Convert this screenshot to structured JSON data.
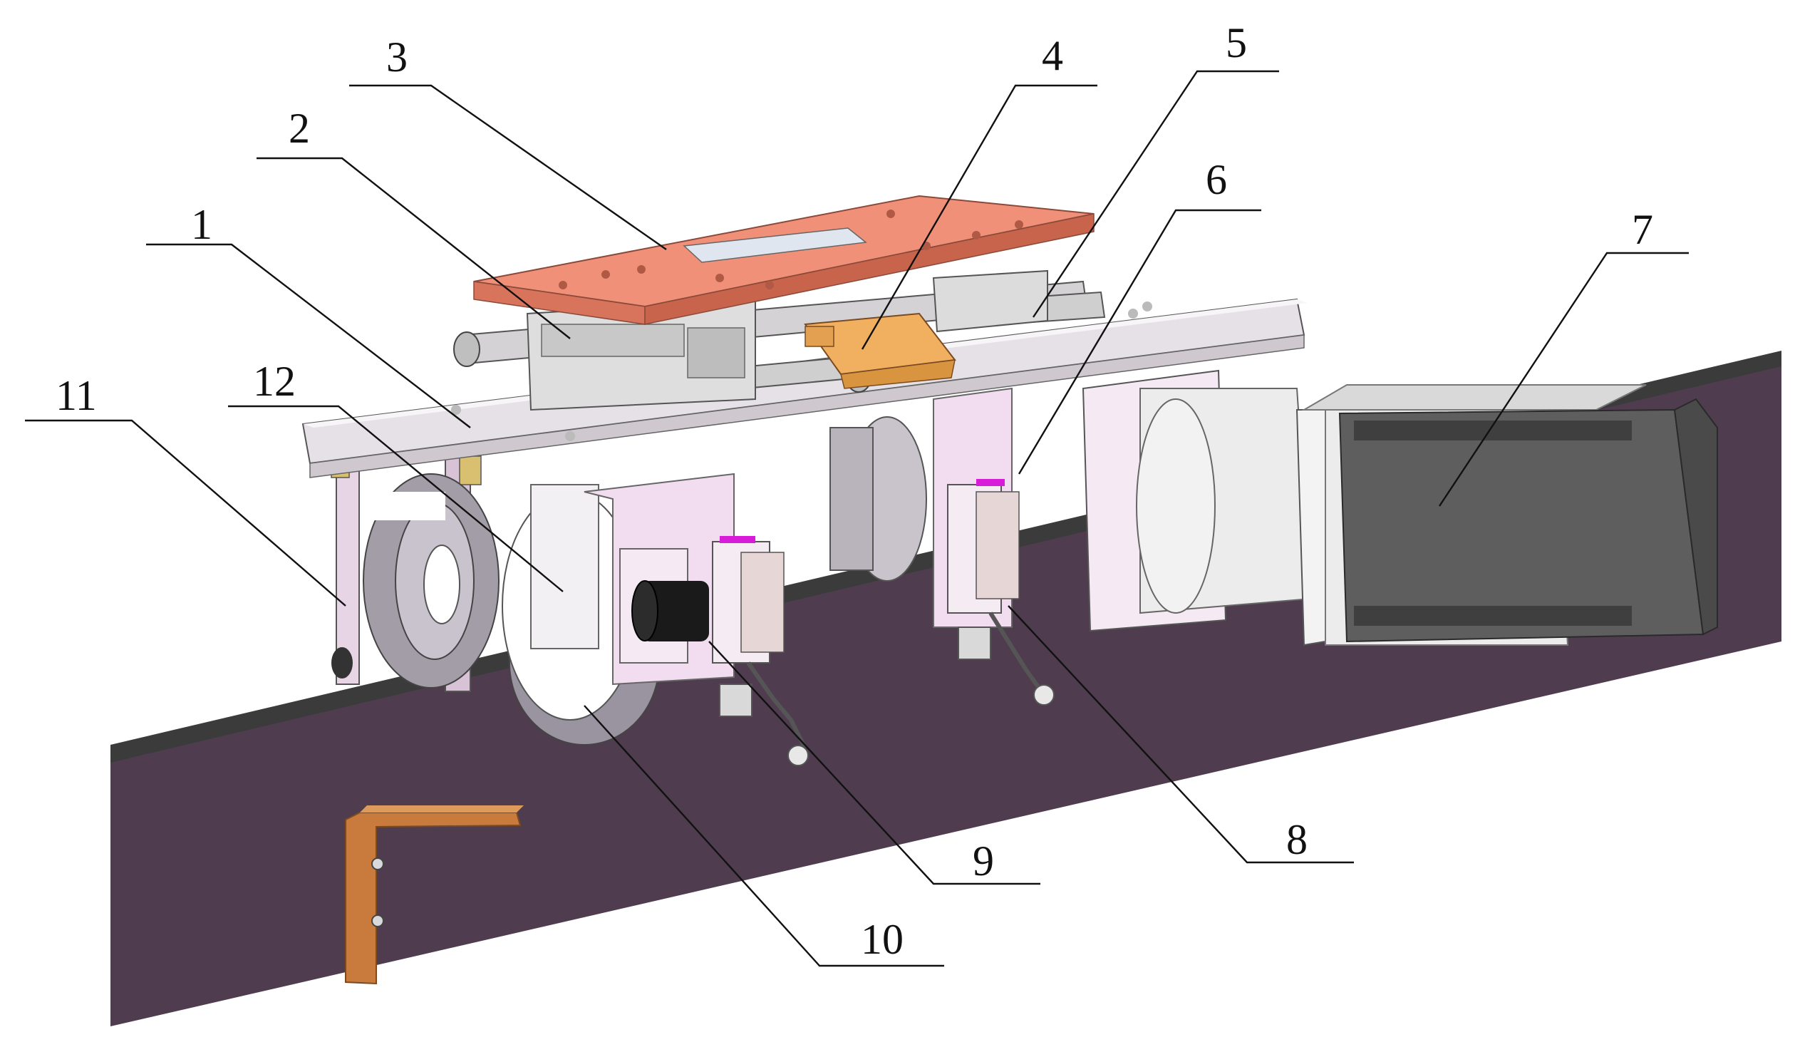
{
  "figure": {
    "callouts": [
      {
        "id": "1",
        "label": "1"
      },
      {
        "id": "2",
        "label": "2"
      },
      {
        "id": "3",
        "label": "3"
      },
      {
        "id": "4",
        "label": "4"
      },
      {
        "id": "5",
        "label": "5"
      },
      {
        "id": "6",
        "label": "6"
      },
      {
        "id": "7",
        "label": "7"
      },
      {
        "id": "8",
        "label": "8"
      },
      {
        "id": "9",
        "label": "9"
      },
      {
        "id": "10",
        "label": "10"
      },
      {
        "id": "11",
        "label": "11"
      },
      {
        "id": "12",
        "label": "12"
      }
    ]
  },
  "colors": {
    "rail": "#4f3d4f",
    "rail_top": "#3a3a3a",
    "top_plate": "#f0907a",
    "base_plate": "#e6e1e6",
    "bracket": "#f2dcef",
    "wheel": "#8f8994",
    "motor": "#5e5e5e",
    "reducer": "#e9e9e9",
    "trigger_plate": "#c87b3c",
    "slider_block": "#f0b060",
    "leader_line": "#111111"
  }
}
